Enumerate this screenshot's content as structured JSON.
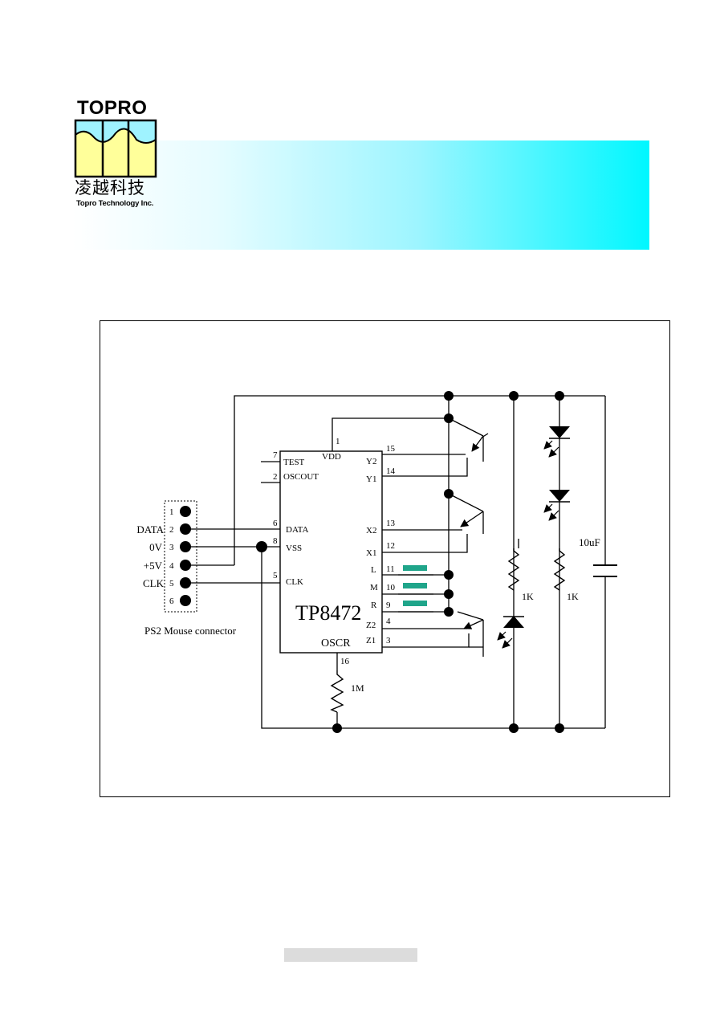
{
  "logo": {
    "title": "TOPRO",
    "chinese": "凌越科技",
    "company": "Topro Technology Inc."
  },
  "colors": {
    "logo_wave": "#9ff3ff",
    "logo_fill": "#ffff9a",
    "banner_end": "#00f7ff",
    "switch": "#1fa58a"
  },
  "connector": {
    "caption": "PS2 Mouse connector",
    "pins": [
      "1",
      "2",
      "3",
      "4",
      "5",
      "6"
    ],
    "signals": [
      "DATA",
      "0V",
      "+5V",
      "CLK"
    ]
  },
  "chip": {
    "name": "TP8472",
    "pins_left": [
      {
        "num": "7",
        "label": "TEST"
      },
      {
        "num": "2",
        "label": "OSCOUT"
      },
      {
        "num": "6",
        "label": "DATA"
      },
      {
        "num": "8",
        "label": "VSS"
      },
      {
        "num": "5",
        "label": "CLK"
      }
    ],
    "pin_top": {
      "num": "1",
      "label": "VDD"
    },
    "pins_right": [
      {
        "num": "15",
        "label": "Y2"
      },
      {
        "num": "14",
        "label": "Y1"
      },
      {
        "num": "13",
        "label": "X2"
      },
      {
        "num": "12",
        "label": "X1"
      },
      {
        "num": "11",
        "label": "L"
      },
      {
        "num": "10",
        "label": "M"
      },
      {
        "num": "9",
        "label": "R"
      },
      {
        "num": "4",
        "label": "Z2"
      },
      {
        "num": "3",
        "label": "Z1"
      }
    ],
    "pin_bottom": {
      "num": "16",
      "label": "OSCR"
    }
  },
  "components": {
    "resistor_osc": "1M",
    "resistor_a": "1K",
    "resistor_b": "1K",
    "capacitor": "10uF"
  }
}
